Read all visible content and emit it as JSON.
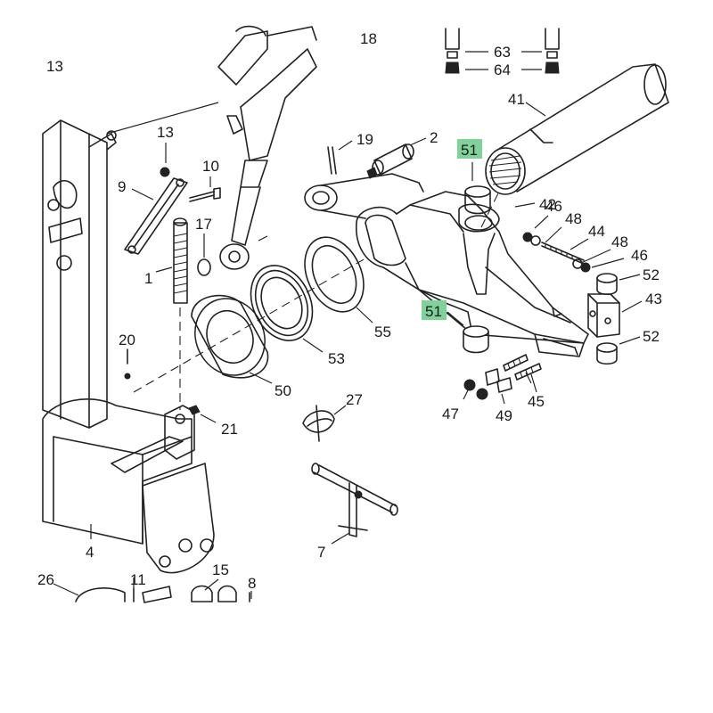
{
  "diagram": {
    "labels": {
      "p1": "1",
      "p2": "2",
      "p4": "4",
      "p7": "7",
      "p8": "8",
      "p9": "9",
      "p10": "10",
      "p11": "11",
      "p13a": "13",
      "p13b": "13",
      "p15": "15",
      "p17": "17",
      "p18": "18",
      "p19": "19",
      "p20": "20",
      "p21": "21",
      "p26": "26",
      "p27": "27",
      "p41": "41",
      "p42": "42",
      "p43": "43",
      "p44": "44",
      "p45": "45",
      "p46a": "46",
      "p46b": "46",
      "p47": "47",
      "p48a": "48",
      "p48b": "48",
      "p49": "49",
      "p50": "50",
      "p51a": "51",
      "p51b": "51",
      "p52a": "52",
      "p52b": "52",
      "p53": "53",
      "p55": "55",
      "p63": "63",
      "p64": "64"
    },
    "highlight_color": "#7fd39a"
  }
}
